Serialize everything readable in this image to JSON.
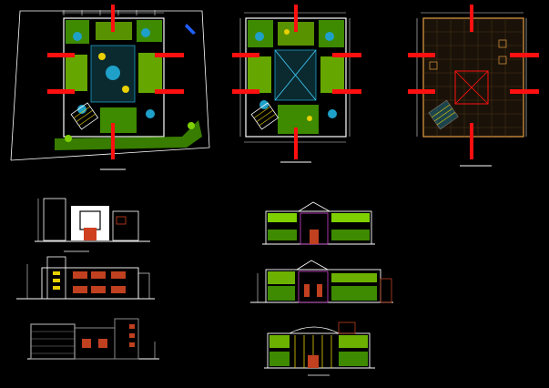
{
  "drawing": {
    "background": "#000000",
    "panels": [
      {
        "id": "plan-ground",
        "kind": "plan",
        "variant": "ground"
      },
      {
        "id": "plan-first",
        "kind": "plan",
        "variant": "first"
      },
      {
        "id": "plan-roof",
        "kind": "plan",
        "variant": "roof"
      },
      {
        "id": "elevation-a",
        "kind": "elevation",
        "variant": "white"
      },
      {
        "id": "elevation-b",
        "kind": "elevation",
        "variant": "white-windows"
      },
      {
        "id": "elevation-c",
        "kind": "elevation",
        "variant": "grey"
      },
      {
        "id": "elevation-d",
        "kind": "elevation",
        "variant": "green"
      },
      {
        "id": "elevation-e",
        "kind": "elevation",
        "variant": "green-roof"
      },
      {
        "id": "elevation-f",
        "kind": "elevation",
        "variant": "green-long"
      }
    ],
    "colors": {
      "wall": "#ffffff",
      "grid": "#c8c8c8",
      "planting": "#7fd000",
      "planting_dark": "#3e8a00",
      "water": "#1fa0c8",
      "section_marker": "#ff1010",
      "roof_tile": "#c88a3c",
      "dimension": "#e0e0e0",
      "accent_yellow": "#e8d000",
      "accent_magenta": "#d040d0",
      "brick": "#c04020",
      "grey_wall": "#8a8a8a",
      "blue": "#2060ff",
      "cyan": "#40d0ff"
    },
    "icons": [
      "section-cut-marker-icon",
      "north-arrow-icon"
    ]
  }
}
